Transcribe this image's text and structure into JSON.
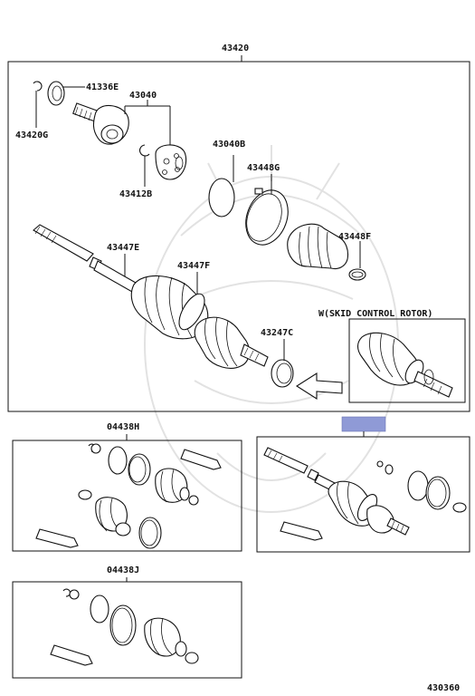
{
  "assembly_label": "43420",
  "main_labels": {
    "p41336E": "41336E",
    "p43040": "43040",
    "p43420G": "43420G",
    "p43412B": "43412B",
    "p43040B": "43040B",
    "p43448G": "43448G",
    "p43447E": "43447E",
    "p43447F": "43447F",
    "p43448F": "43448F",
    "p43247C": "43247C",
    "skid_note": "W(SKID CONTROL ROTOR)"
  },
  "kit_labels": {
    "kit1": "04438H",
    "kit2": "04438J"
  },
  "highlight_color": "#8f9ad6",
  "figure_number": "430360"
}
